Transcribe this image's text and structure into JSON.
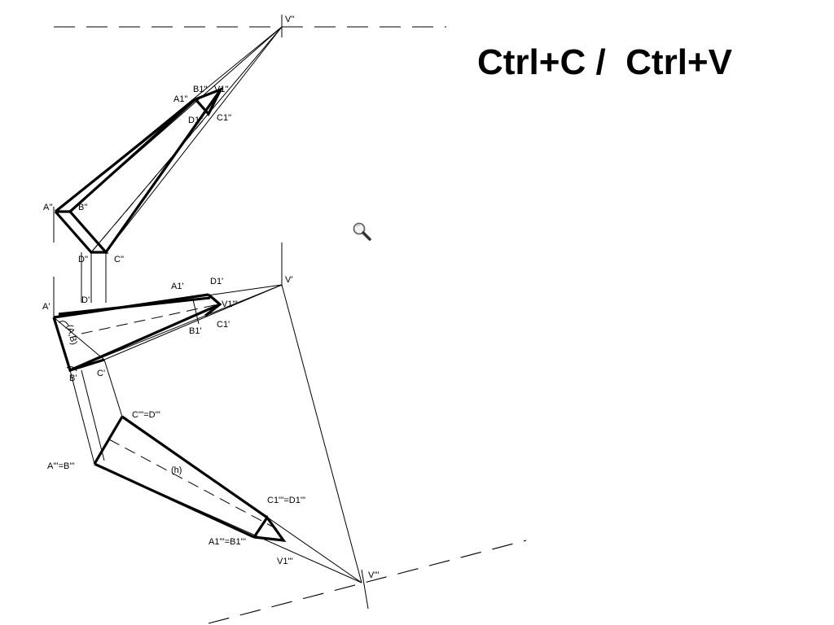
{
  "title": "Ctrl+C /  Ctrl+V",
  "labels": {
    "v2": "V''",
    "b1_2": "B1''",
    "v1_2": "V1''",
    "a1_2": "A1''",
    "d1_2": "D1''",
    "c1_2": "C1''",
    "a2": "A''",
    "b2": "B''",
    "d2": "D''",
    "c2": "C''",
    "v1p": "V'",
    "a1p": "A1'",
    "d1p": "D1'",
    "ap": "A'",
    "dp": "D'",
    "v1_1": "V1'''",
    "b1p": "B1'",
    "c1p": "C1'",
    "ab": "(A,B)",
    "bp": "B'",
    "cp": "C'",
    "c3d3": "C'''=D'''",
    "a3b3": "A'''=B'''",
    "h": "(h)",
    "c13d13": "C1'''=D1'''",
    "a13b13": "A1'''=B1'''",
    "v13": "V1'''",
    "v3": "V'''"
  },
  "icons": {
    "zoom": "magnifier-icon"
  }
}
